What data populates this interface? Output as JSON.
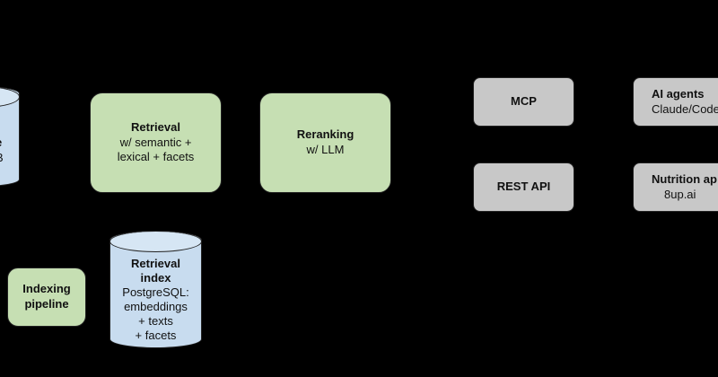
{
  "nodes": {
    "source_db": {
      "line1": "e",
      "line2": "B"
    },
    "retrieval": {
      "title": "Retrieval",
      "line1": "w/ semantic +",
      "line2": "lexical + facets"
    },
    "reranking": {
      "title": "Reranking",
      "line1": "w/ LLM"
    },
    "mcp": {
      "title": "MCP"
    },
    "rest_api": {
      "title": "REST API"
    },
    "ai_agents": {
      "title": "AI agents",
      "line1": "Claude/Code"
    },
    "nutrition_app": {
      "title": "Nutrition ap",
      "line1": "8up.ai"
    },
    "indexing": {
      "title_line1": "Indexing",
      "title_line2": "pipeline"
    },
    "retrieval_index": {
      "title_line1": "Retrieval",
      "title_line2": "index",
      "line1": "PostgreSQL:",
      "line2": "embeddings",
      "line3": "+ texts",
      "line4": "+ facets"
    }
  },
  "colors": {
    "background": "#000000",
    "process_fill": "#c6dfb3",
    "interface_fill": "#c8c8c8",
    "datastore_fill": "#c8dcef"
  }
}
